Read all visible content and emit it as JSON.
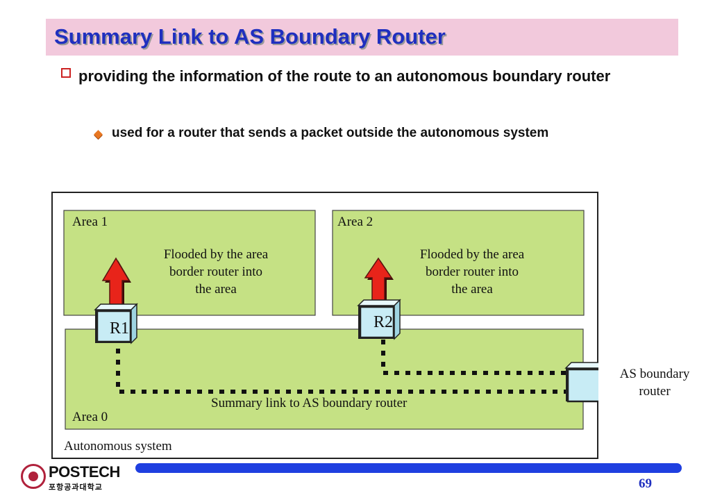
{
  "slide": {
    "title": "Summary Link to AS Boundary Router",
    "bullet1": "providing the information of the route to an autonomous boundary router",
    "bullet2": "used for a router that sends a packet outside the autonomous system",
    "page_number": "69"
  },
  "logo": {
    "name": "POSTECH",
    "subtitle": "포항공과대학교"
  },
  "diagram": {
    "area1_label": "Area 1",
    "area2_label": "Area 2",
    "area0_label": "Area 0",
    "as_label": "Autonomous system",
    "flood1_lines": [
      "Flooded by the area",
      "border router into",
      "the area"
    ],
    "flood2_lines": [
      "Flooded by the area",
      "border router into",
      "the area"
    ],
    "r1_label": "R1",
    "r2_label": "R2",
    "asbr_label_lines": [
      "AS boundary",
      "router"
    ],
    "summary_link_label": "Summary link to AS boundary router",
    "colors": {
      "area_fill": "#c5e184",
      "router_fill": "#c8ecf5",
      "arrow_fill": "#e8241a",
      "title_bg": "#f2c9dc",
      "title_text": "#1f2fbf"
    }
  }
}
